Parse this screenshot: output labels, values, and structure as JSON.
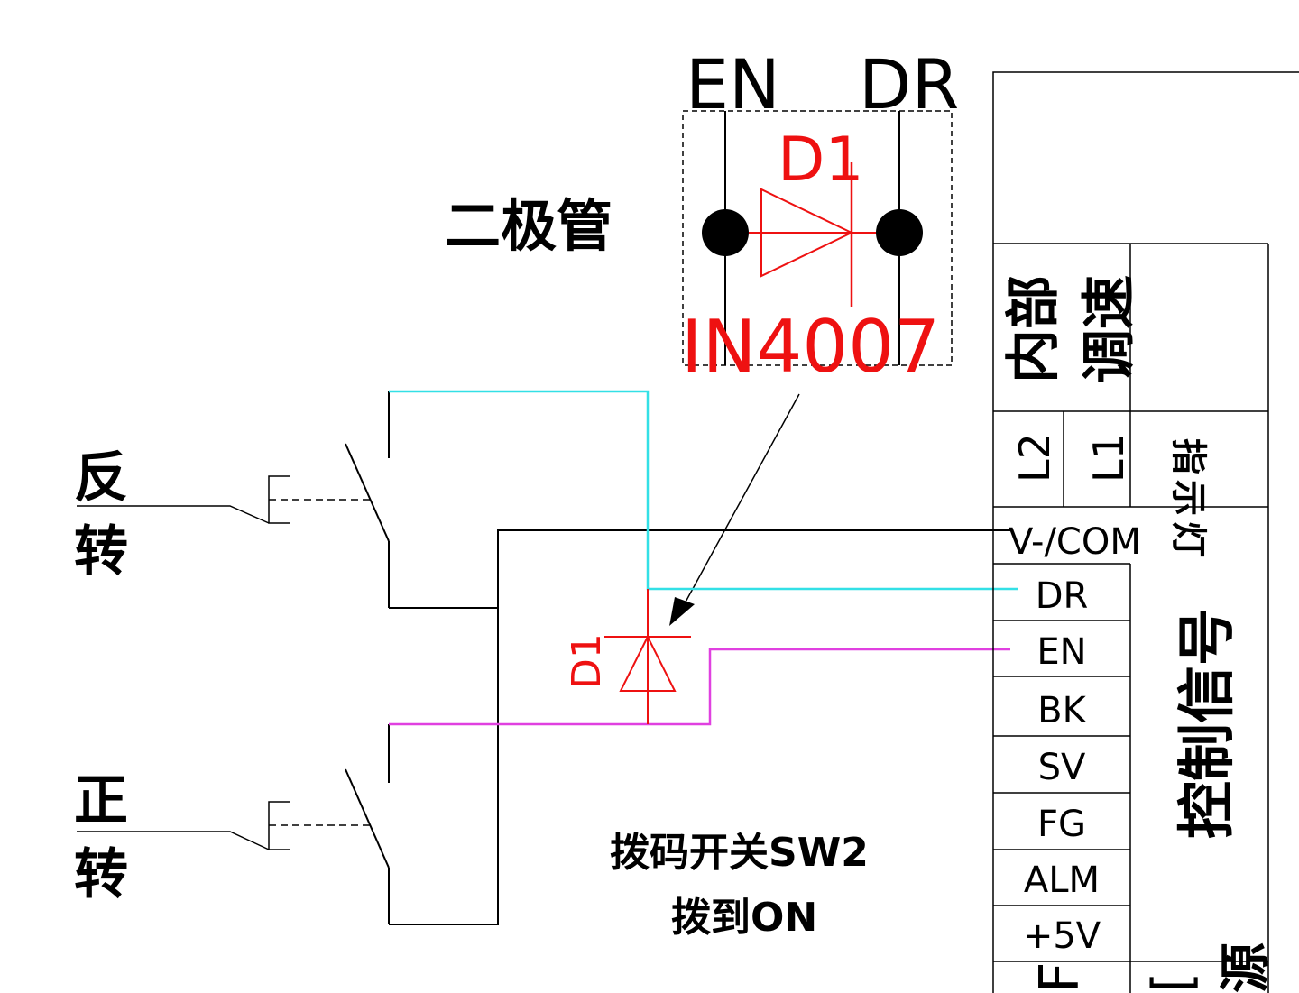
{
  "diode_box": {
    "pin_left": "EN",
    "pin_right": "DR",
    "ref": "D1",
    "part": "IN4007",
    "label": "二极管"
  },
  "switches": {
    "reverse_top": "反",
    "reverse_bottom": "转",
    "forward_top": "正",
    "forward_bottom": "转"
  },
  "inline_diode_ref": "D1",
  "note": {
    "line1": "拨码开关SW2",
    "line2": "拨到ON"
  },
  "panel": {
    "speed_col1": "内部",
    "speed_col2": "调速",
    "l2": "L2",
    "l1": "L1",
    "indicator": "指示灯",
    "terminals": [
      "V-/COM",
      "DR",
      "EN",
      "BK",
      "SV",
      "FG",
      "ALM",
      "+5V"
    ],
    "control_signal": "控制信号",
    "bottom_partial_1": "F",
    "bottom_partial_2": "[",
    "bottom_partial_3": "源"
  },
  "colors": {
    "cyan_wire": "#33e0e6",
    "magenta_wire": "#e040e0",
    "diode_red": "#ee1111",
    "line": "#000000"
  }
}
